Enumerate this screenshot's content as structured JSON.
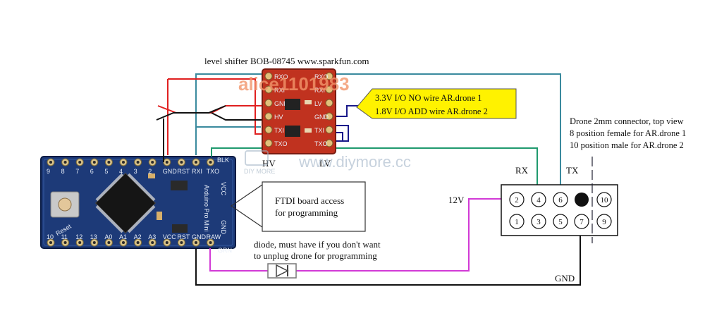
{
  "title": "level shifter BOB-08745 www.sparkfun.com",
  "watermark_alice": "alice1101983",
  "watermark_site": "www.diymore.cc",
  "watermark_logo": "DIY MORE",
  "callout": {
    "line1": "3.3V I/O   NO wire  AR.drone 1",
    "line2": "1.8V I/O  ADD wire AR.drone 2",
    "bg": "#fff200"
  },
  "shifter": {
    "hv": "HV",
    "lv": "LV",
    "left_pins": [
      "RXO",
      "RXI",
      "GND",
      "HV",
      "TXI",
      "TXO"
    ],
    "right_pins": [
      "RXO",
      "RXI",
      "LV",
      "GND",
      "TXI",
      "TXO"
    ],
    "color": "#c0321f"
  },
  "connector": {
    "desc1": "Drone 2mm connector, top view",
    "desc2": "8 position female for AR.drone 1",
    "desc3": "10 position male  for AR.drone 2",
    "rx": "RX",
    "tx": "TX",
    "top_pins": [
      "2",
      "4",
      "6",
      "",
      "10"
    ],
    "bottom_pins": [
      "1",
      "3",
      "5",
      "7",
      "9"
    ]
  },
  "labels": {
    "v12": "12V",
    "gnd": "GND",
    "ftdi1": "FTDI board access",
    "ftdi2": "for programming",
    "diode1": "diode, must have if you don't want",
    "diode2": "to unplug drone for programming"
  },
  "arduino": {
    "top_pins": [
      "9",
      "8",
      "7",
      "6",
      "5",
      "4",
      "3",
      "2",
      "GND",
      "RST",
      "RXI",
      "TXO"
    ],
    "bottom_pins": [
      "10",
      "11",
      "12",
      "13",
      "A0",
      "A1",
      "A2",
      "A3",
      "VCC",
      "RST",
      "GND",
      "RAW"
    ],
    "side_top": "BLK",
    "side_bottom": "GRN",
    "reset": "Reset",
    "board_text": "Arduino Pro Mini",
    "side_texts": [
      "VCC",
      "GND"
    ],
    "board_color": "#1d3a78"
  },
  "wire_colors": {
    "teal": "#3a8a9e",
    "green": "#1f9a6e",
    "magenta": "#d23ad6",
    "red": "#e02020",
    "black": "#111111",
    "navy": "#1a1a8a"
  }
}
